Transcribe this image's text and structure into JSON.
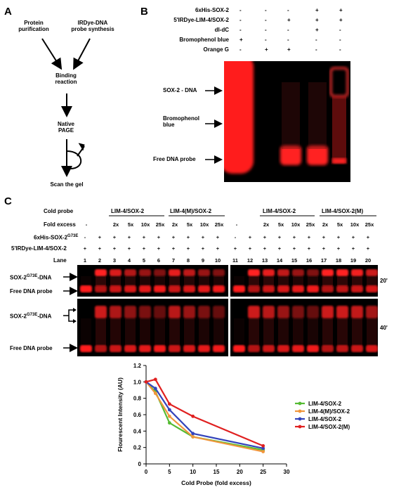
{
  "panels": {
    "a": "A",
    "b": "B",
    "c": "C"
  },
  "panel_a": {
    "step1": "Protein\npurification",
    "step2": "IRDye-DNA\nprobe synthesis",
    "step3": "Binding\nreaction",
    "step4": "Native\nPAGE",
    "step5": "Scan the gel"
  },
  "panel_b": {
    "rows": [
      {
        "label": "6xHis-SOX-2",
        "values": [
          "-",
          "-",
          "-",
          "+",
          "+"
        ]
      },
      {
        "label": "5'IRDye-LIM-4/SOX-2",
        "values": [
          "-",
          "-",
          "+",
          "+",
          "+"
        ]
      },
      {
        "label": "dI-dC",
        "values": [
          "-",
          "-",
          "-",
          "+",
          "-"
        ]
      },
      {
        "label": "Bromophenol blue",
        "values": [
          "+",
          "-",
          "-",
          "-",
          "-"
        ]
      },
      {
        "label": "Orange G",
        "values": [
          "-",
          "+",
          "+",
          "-",
          "-"
        ]
      }
    ],
    "band_labels": {
      "complex": "SOX-2 - DNA",
      "dye": "Bromophenol\nblue",
      "free": "Free DNA probe"
    }
  },
  "panel_c": {
    "cold_probe_label": "Cold probe",
    "fold_excess_label": "Fold excess",
    "his_label": "6xHis-SOX-2",
    "his_sup": "G73E",
    "ird_label": "5'IRDye-LIM-4/SOX-2",
    "lane_label": "Lane",
    "groups_left": [
      "LIM-4/SOX-2",
      "LIM-4(M)/SOX-2"
    ],
    "groups_right": [
      "LIM-4/SOX-2",
      "LIM-4/SOX-2(M)"
    ],
    "folds": [
      "-",
      "2x",
      "5x",
      "10x",
      "25x"
    ],
    "his_row": [
      "-",
      "+",
      "+",
      "+",
      "+",
      "+",
      "+",
      "+",
      "+",
      "+",
      "-",
      "+",
      "+",
      "+",
      "+",
      "+",
      "+",
      "+",
      "+",
      "+"
    ],
    "ird_row": [
      "+",
      "+",
      "+",
      "+",
      "+",
      "+",
      "+",
      "+",
      "+",
      "+",
      "+",
      "+",
      "+",
      "+",
      "+",
      "+",
      "+",
      "+",
      "+",
      "+"
    ],
    "lanes": [
      "1",
      "2",
      "3",
      "4",
      "5",
      "6",
      "7",
      "8",
      "9",
      "10",
      "11",
      "12",
      "13",
      "14",
      "15",
      "16",
      "17",
      "18",
      "19",
      "20"
    ],
    "complex_label": "SOX-2",
    "complex_sup": "G73E",
    "complex_suffix": "-DNA",
    "free_label": "Free DNA probe",
    "time_top": "20'",
    "time_bottom": "40'"
  },
  "chart_data": {
    "type": "line",
    "title": "",
    "xlabel": "Cold Probe (fold excess)",
    "ylabel": "Flourescent Intensity (AU)",
    "xlim": [
      0,
      30
    ],
    "ylim": [
      0,
      1.2
    ],
    "xticks": [
      "0",
      "5",
      "10",
      "15",
      "20",
      "25",
      "30"
    ],
    "yticks": [
      "0",
      "0.2",
      "0.4",
      "0.6",
      "0.8",
      "1.0",
      "1.2"
    ],
    "x": [
      0,
      2,
      5,
      10,
      25
    ],
    "series": [
      {
        "name": "LIM-4/SOX-2",
        "color": "#55bb33",
        "values": [
          1.0,
          0.88,
          0.5,
          0.33,
          0.17
        ]
      },
      {
        "name": "LIM-4(M)/SOX-2",
        "color": "#f0963c",
        "values": [
          1.0,
          0.86,
          0.58,
          0.33,
          0.15
        ]
      },
      {
        "name": "LIM-4/SOX-2",
        "color": "#3344bb",
        "values": [
          1.0,
          0.92,
          0.66,
          0.37,
          0.19
        ]
      },
      {
        "name": "LIM-4/SOX-2(M)",
        "color": "#e02020",
        "values": [
          1.0,
          1.03,
          0.73,
          0.58,
          0.22
        ]
      }
    ],
    "legend_position": "right",
    "grid": false
  }
}
